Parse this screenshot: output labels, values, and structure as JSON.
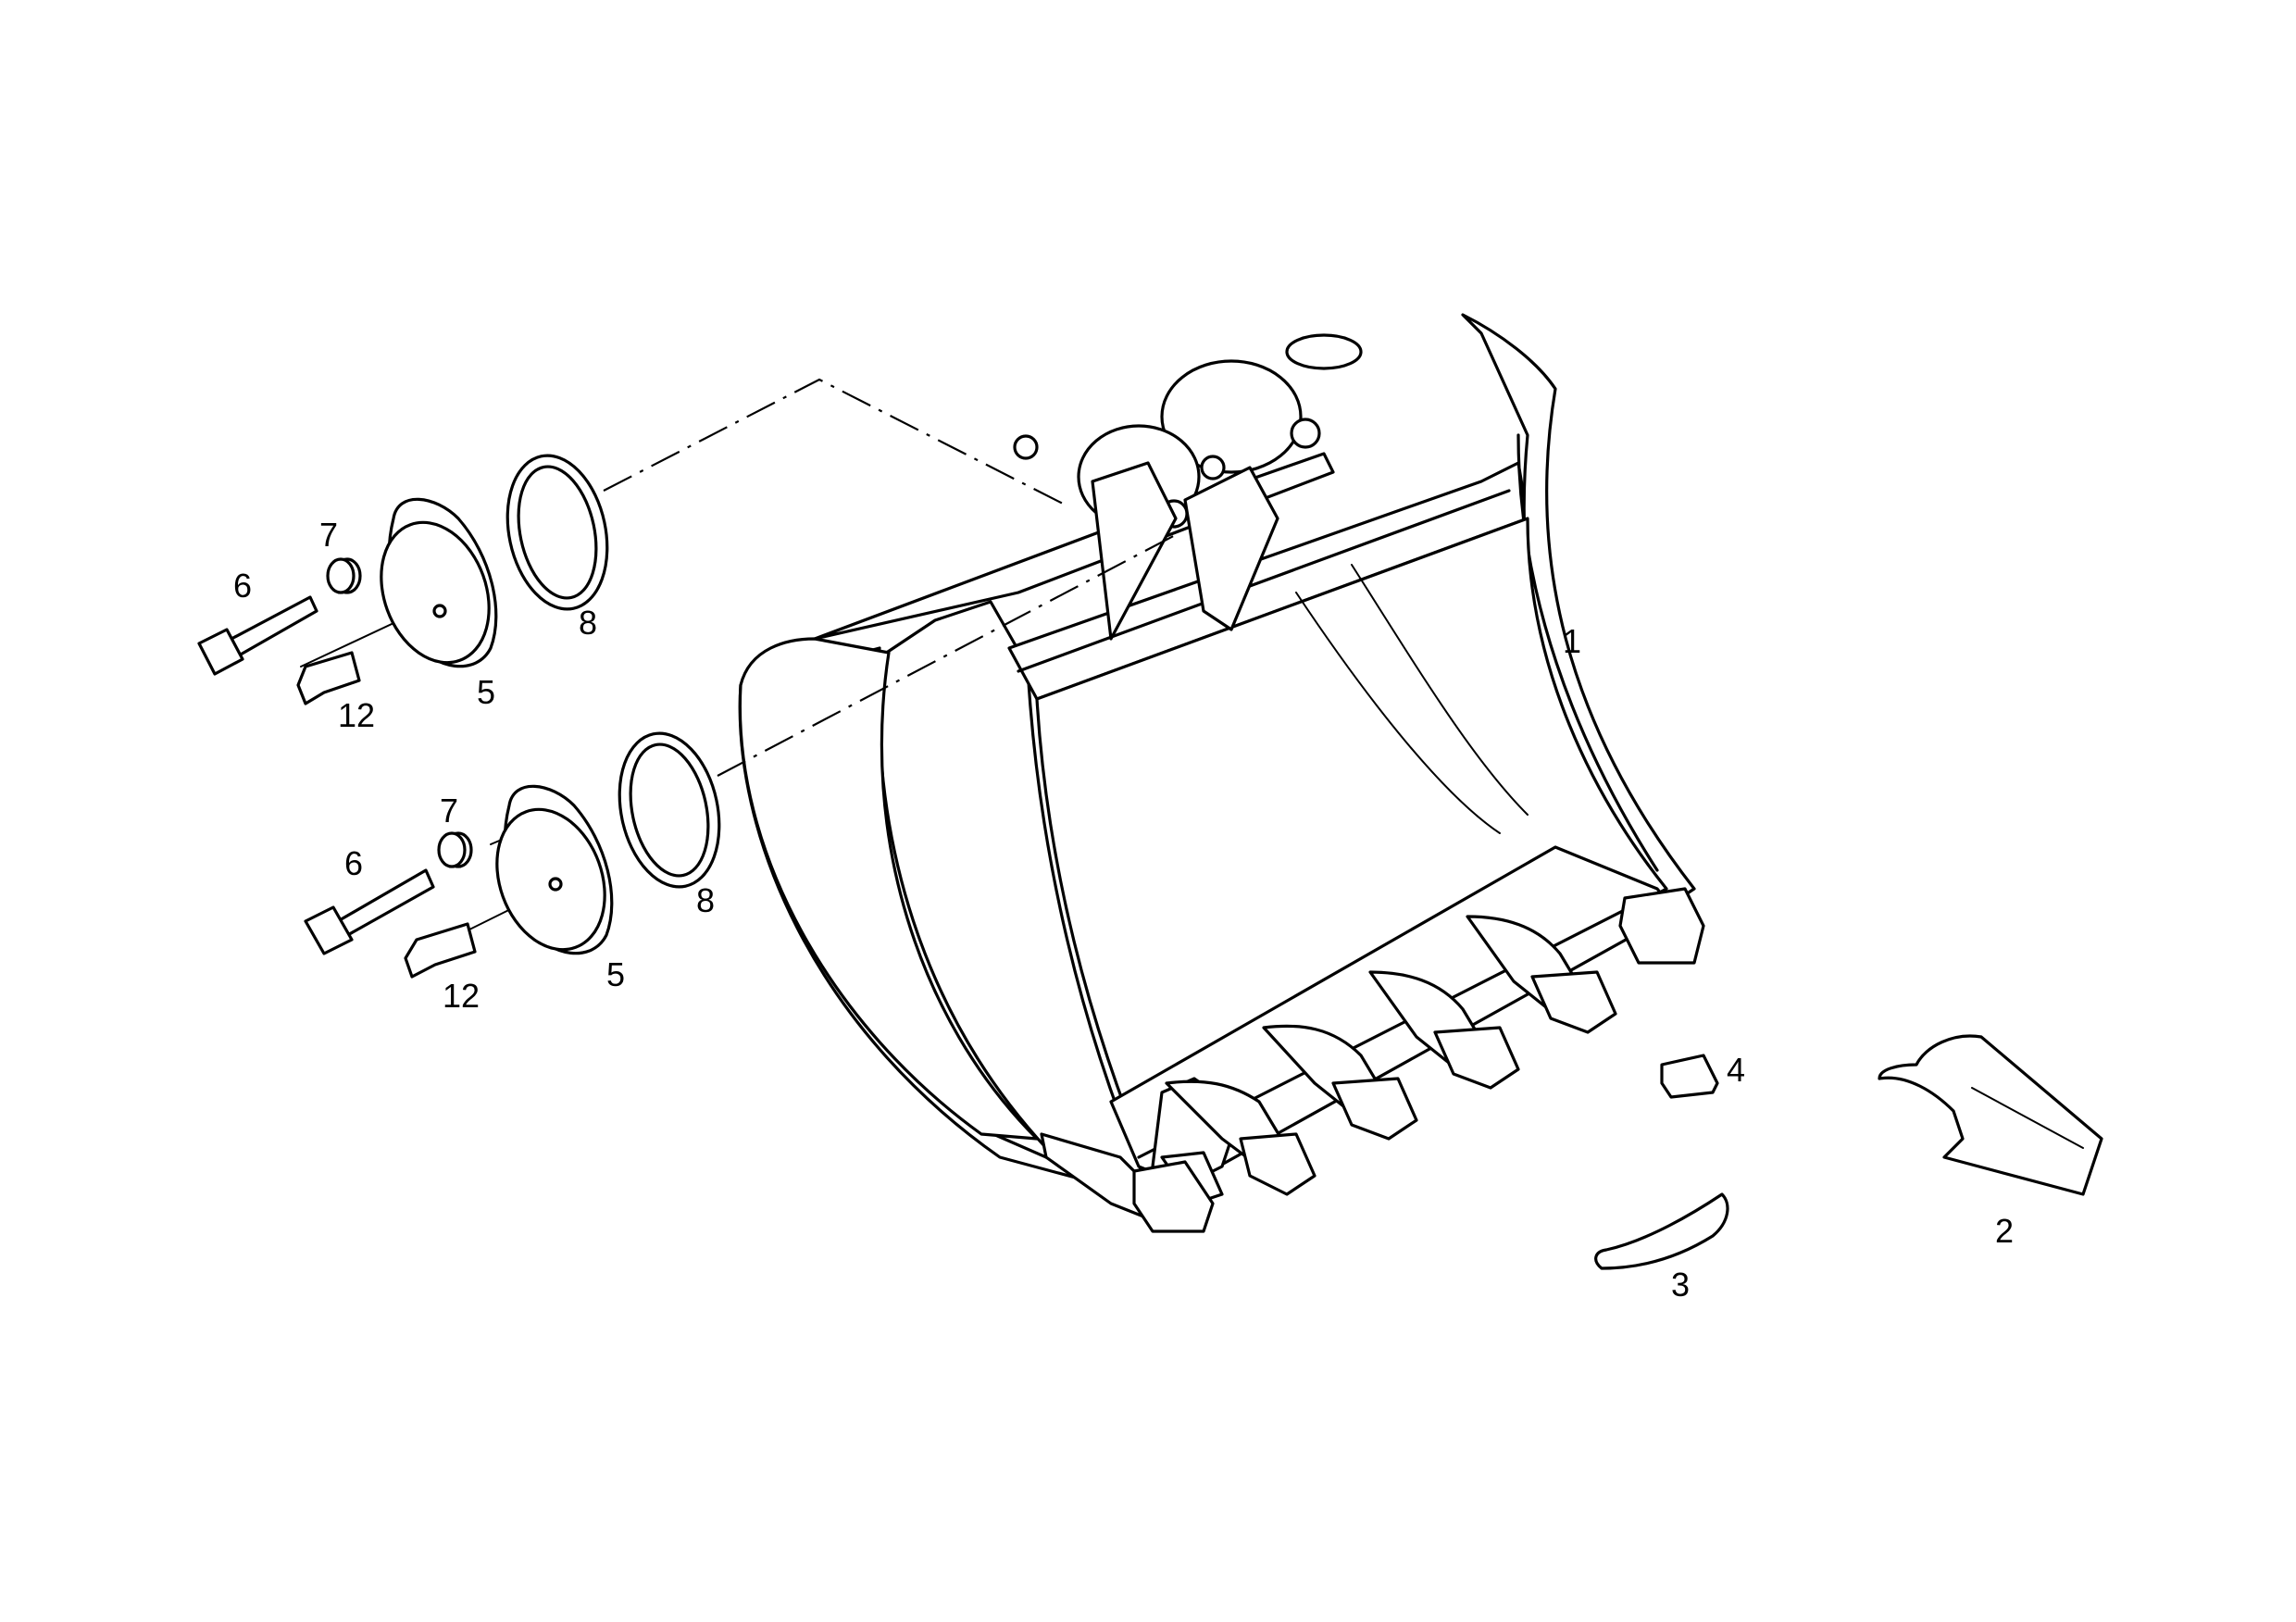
{
  "diagram": {
    "callouts": [
      {
        "id": "c1",
        "text": "1"
      },
      {
        "id": "c2",
        "text": "2"
      },
      {
        "id": "c3",
        "text": "3"
      },
      {
        "id": "c4",
        "text": "4"
      },
      {
        "id": "c5a",
        "text": "5"
      },
      {
        "id": "c5b",
        "text": "5"
      },
      {
        "id": "c6a",
        "text": "6"
      },
      {
        "id": "c6b",
        "text": "6"
      },
      {
        "id": "c7a",
        "text": "7"
      },
      {
        "id": "c7b",
        "text": "7"
      },
      {
        "id": "c8a",
        "text": "8"
      },
      {
        "id": "c8b",
        "text": "8"
      },
      {
        "id": "c12a",
        "text": "12"
      },
      {
        "id": "c12b",
        "text": "12"
      }
    ]
  }
}
